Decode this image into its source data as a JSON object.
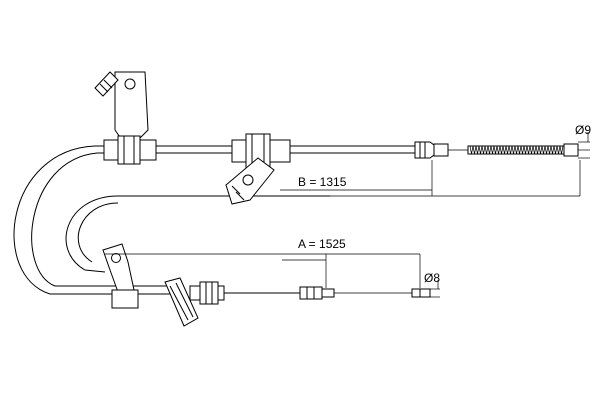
{
  "dimensions": {
    "b_label": "B = 1315",
    "a_label": "A = 1525",
    "diameter_upper": "Ø9",
    "diameter_lower": "Ø8"
  }
}
